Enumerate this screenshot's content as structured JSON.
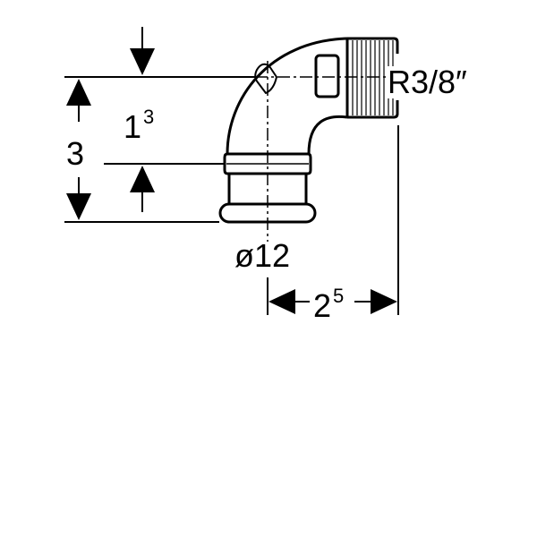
{
  "drawing": {
    "title": "Press fitting elbow 90° with male thread",
    "dimensions": {
      "overall_height": "3",
      "upper_height_base": "1",
      "upper_height_sup": "3",
      "width_base": "2",
      "width_sup": "5",
      "pipe_diameter": "ø12",
      "thread": "R3/8″"
    },
    "line_color": "#000000",
    "background_color": "#ffffff"
  }
}
